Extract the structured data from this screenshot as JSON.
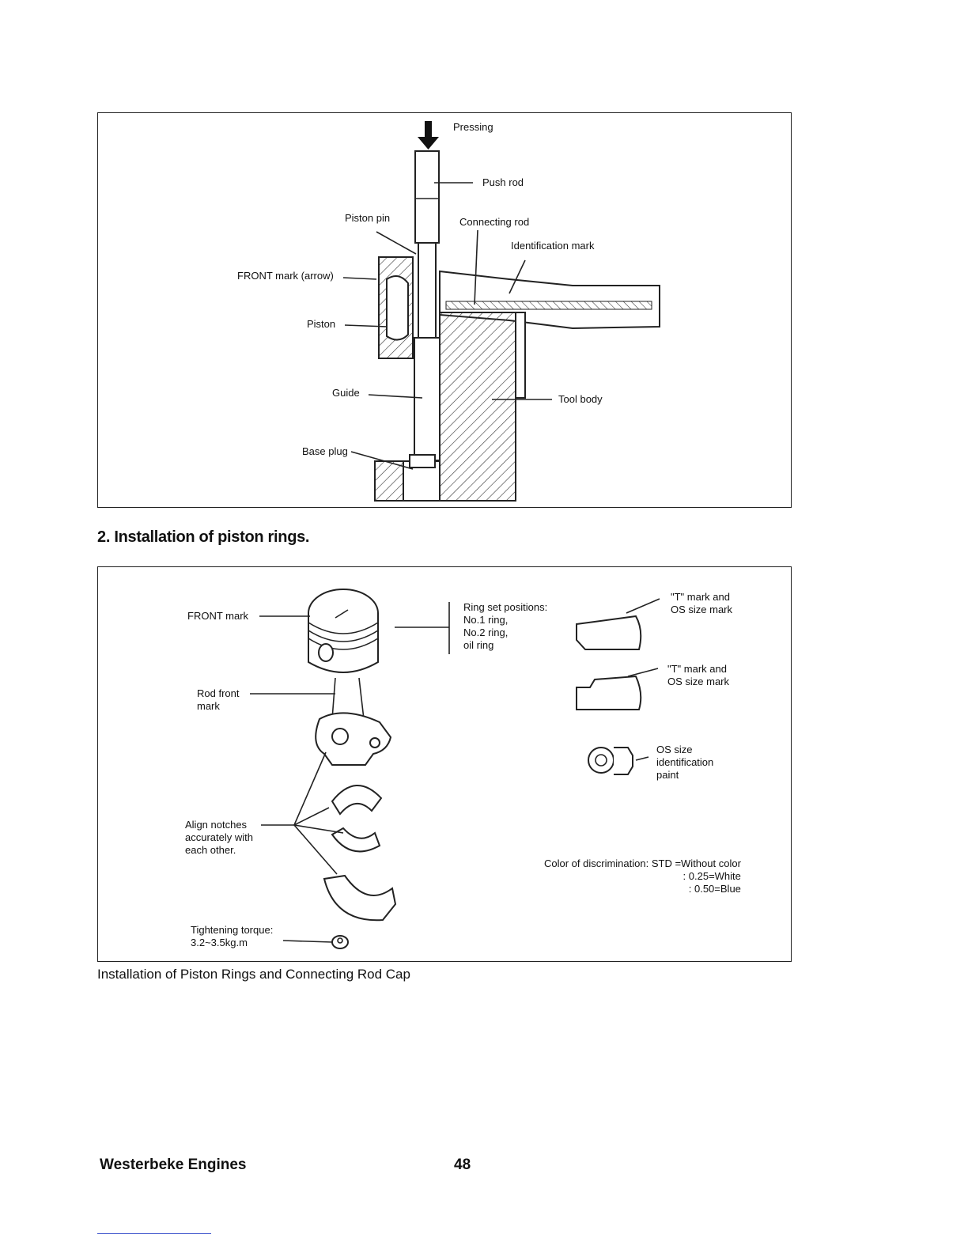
{
  "figure1": {
    "labels": {
      "pressing": "Pressing",
      "push_rod": "Push rod",
      "piston_pin": "Piston pin",
      "connecting_rod": "Connecting rod",
      "identification_mark": "Identification mark",
      "front_mark_arrow": "FRONT mark (arrow)",
      "piston": "Piston",
      "guide": "Guide",
      "tool_body": "Tool body",
      "base_plug": "Base plug"
    }
  },
  "section_heading": "2. Installation of piston rings.",
  "figure2": {
    "labels": {
      "front_mark": "FRONT mark",
      "rod_front_mark": "Rod front\nmark",
      "align_notches": "Align notches\naccurately with\neach other.",
      "tightening_torque": "Tightening torque:\n3.2~3.5kg.m",
      "ring_set_positions": "Ring set positions:\nNo.1 ring,\nNo.2 ring,\noil ring",
      "t_mark_1": "\"T\" mark and\nOS size mark",
      "t_mark_2": "\"T\" mark and\nOS size mark",
      "os_size_paint": "OS size\nidentification\npaint",
      "color_discrimination": "Color of discrimination: STD =Without color\n: 0.25=White\n: 0.50=Blue"
    }
  },
  "caption": "Installation of Piston Rings and Connecting Rod Cap",
  "footer": {
    "brand": "Westerbeke Engines",
    "page_number": "48"
  }
}
